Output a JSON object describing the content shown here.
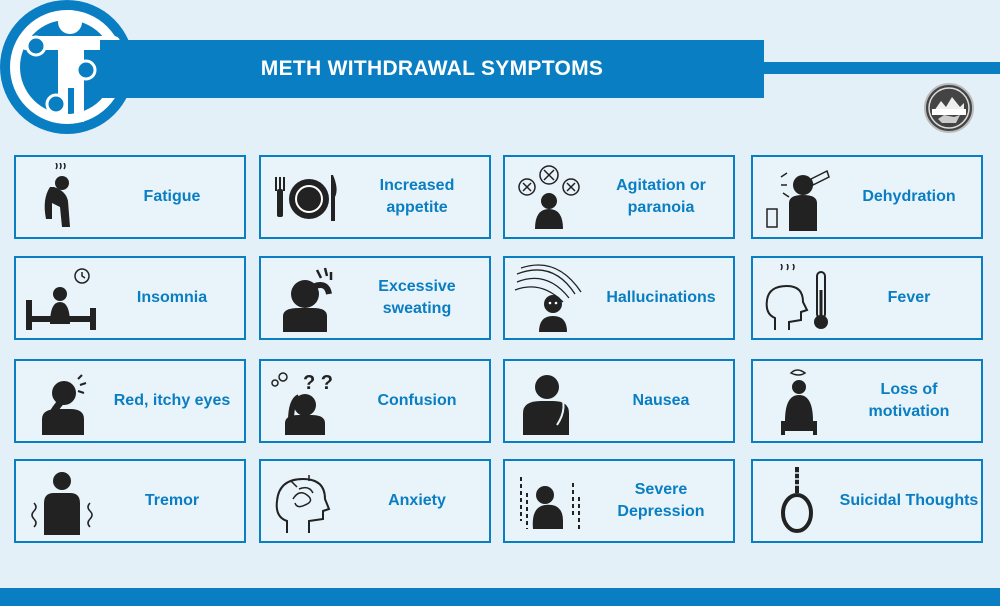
{
  "header": {
    "title": "METH WITHDRAWAL SYMPTOMS",
    "brand_color": "#0a7ec2"
  },
  "symptoms": [
    {
      "label": "Fatigue",
      "icon": "fatigue-icon"
    },
    {
      "label": "Increased appetite",
      "icon": "plate-utensils-icon"
    },
    {
      "label": "Agitation or paranoia",
      "icon": "agitation-icon"
    },
    {
      "label": "Dehydration",
      "icon": "dehydration-icon"
    },
    {
      "label": "Insomnia",
      "icon": "insomnia-icon"
    },
    {
      "label": "Excessive sweating",
      "icon": "sweating-icon"
    },
    {
      "label": "Hallucinations",
      "icon": "hallucination-icon"
    },
    {
      "label": "Fever",
      "icon": "fever-thermometer-icon"
    },
    {
      "label": "Red, itchy eyes",
      "icon": "itchy-eyes-icon"
    },
    {
      "label": "Confusion",
      "icon": "confusion-icon"
    },
    {
      "label": "Nausea",
      "icon": "nausea-icon"
    },
    {
      "label": "Loss of motivation",
      "icon": "loss-motivation-icon"
    },
    {
      "label": "Tremor",
      "icon": "tremor-icon"
    },
    {
      "label": "Anxiety",
      "icon": "anxiety-head-icon"
    },
    {
      "label": "Severe Depression",
      "icon": "depression-icon"
    },
    {
      "label": "Suicidal Thoughts",
      "icon": "noose-icon"
    }
  ]
}
